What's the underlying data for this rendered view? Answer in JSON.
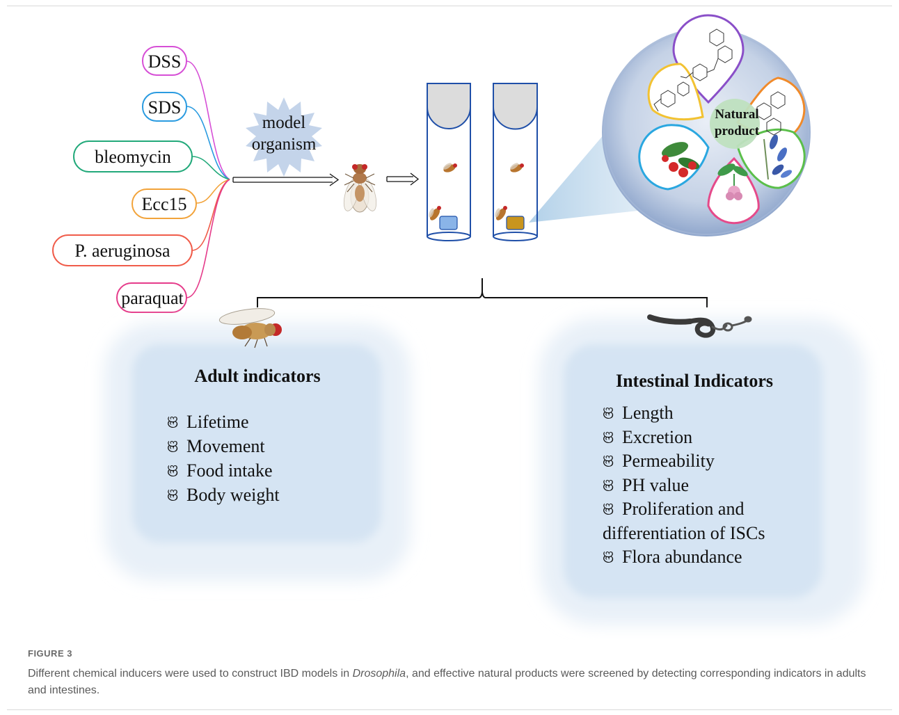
{
  "inducers": [
    {
      "label": "DSS",
      "color": "#d64fd6"
    },
    {
      "label": "SDS",
      "color": "#2a9be0"
    },
    {
      "label": "bleomycin",
      "color": "#22a97a"
    },
    {
      "label": "Ecc15",
      "color": "#f2a33a"
    },
    {
      "label": "P. aeruginosa",
      "color": "#f05c4a"
    },
    {
      "label": "paraquat",
      "color": "#e53b8a"
    }
  ],
  "model_organism": {
    "line1": "model",
    "line2": "organism"
  },
  "natural_product": {
    "line1": "Natural",
    "line2": "product"
  },
  "adult_panel": {
    "title": "Adult indicators",
    "items": [
      "Lifetime",
      "Movement",
      "Food intake",
      "Body weight"
    ]
  },
  "intestinal_panel": {
    "title": "Intestinal Indicators",
    "items": [
      "Length",
      "Excretion",
      "Permeability",
      "PH value",
      "Proliferation and",
      "Flora abundance"
    ],
    "continuation": "differentiation of ISCs"
  },
  "bullet_glyph": "ଞ",
  "caption": {
    "label": "FIGURE 3",
    "before": "Different chemical inducers were used to construct IBD models in ",
    "italic": "Drosophila",
    "after": ", and effective natural products were screened by detecting corresponding indicators in adults and intestines."
  },
  "colors": {
    "panel_fill": "#d5e4f3",
    "panel_glow": "#e8f0f8",
    "vial_stroke": "#1f4fa8",
    "food_blue": "#8ab4e8",
    "food_gold": "#c9951e"
  }
}
